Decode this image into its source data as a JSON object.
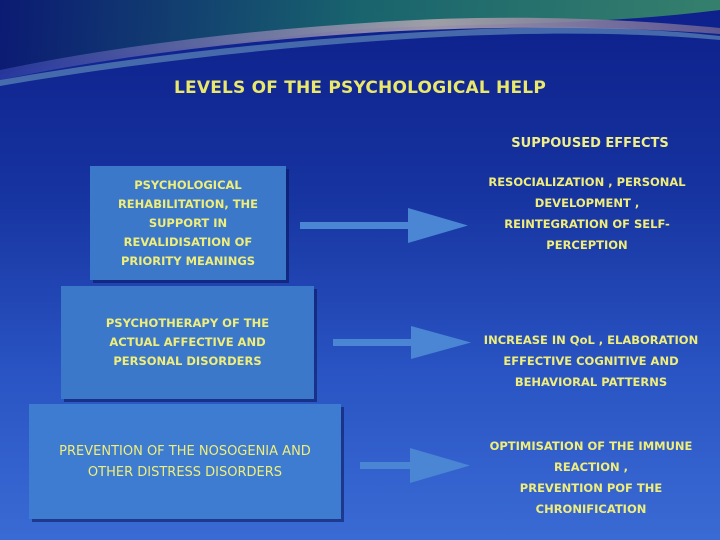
{
  "title": "LEVELS OF THE PSYCHOLOGICAL HELP",
  "effects_heading": "SUPPOUSED EFFECTS",
  "levels": [
    {
      "text": "PSYCHOLOGICAL\nREHABILITATION,  THE\nSUPPORT IN\nREVALIDISATION OF\nPRIORITY MEANINGS"
    },
    {
      "text": "PSYCHOTHERAPY  OF THE\nACTUAL  AFFECTIVE  AND\nPERSONAL DISORDERS"
    },
    {
      "text": "PREVENTION OF THE NOSOGENIA AND\nOTHER DISTRESS DISORDERS"
    }
  ],
  "effects": [
    {
      "text": "RESOCIALIZATION ,  PERSONAL\nDEVELOPMENT ,\nREINTEGRATION  OF SELF-\nPERCEPTION"
    },
    {
      "text": "INCREASE IN QoL , ELABORATION\nEFFECTIVE  COGNITIVE AND\nBEHAVIORAL PATTERNS"
    },
    {
      "text": "OPTIMISATION OF THE IMMUNE\nREACTION ,\nPREVENTION POF THE\nCHRONIFICATION"
    }
  ],
  "colors": {
    "text_yellow": "#f0ee7a",
    "box_blue": "#3b78c9",
    "arrow_blue": "#4a86d4"
  }
}
